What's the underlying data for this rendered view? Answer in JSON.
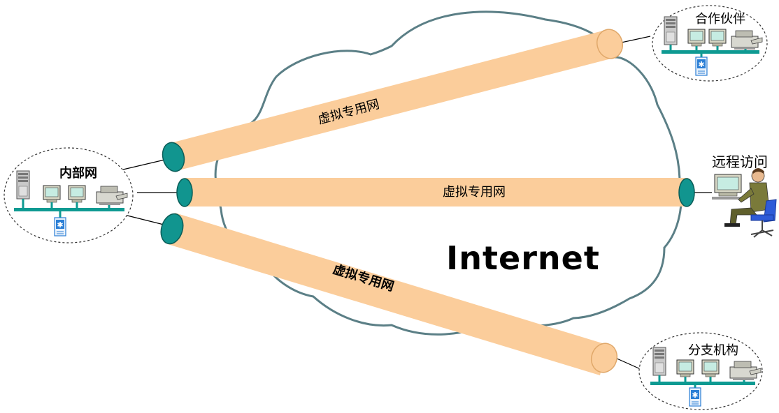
{
  "labels": {
    "internal": "内部网",
    "partner": "合作伙伴",
    "remote": "远程访问",
    "branch": "分支机构",
    "internet": "Internet",
    "tunnel_top": "虚拟专用网",
    "tunnel_middle": "虚拟专用网",
    "tunnel_bottom": "虚拟专用网"
  },
  "colors": {
    "cloud_stroke": "#5b7f86",
    "tunnel_fill": "#fbcd9b",
    "tunnel_end": "#11958f",
    "lan_bus": "#0e9a92",
    "hub": "#2b7fd6"
  },
  "icons": {
    "server": "server-icon",
    "workstation": "workstation-icon",
    "printer": "printer-icon",
    "hub": "hub-icon",
    "remote_user": "remote-user-icon"
  }
}
